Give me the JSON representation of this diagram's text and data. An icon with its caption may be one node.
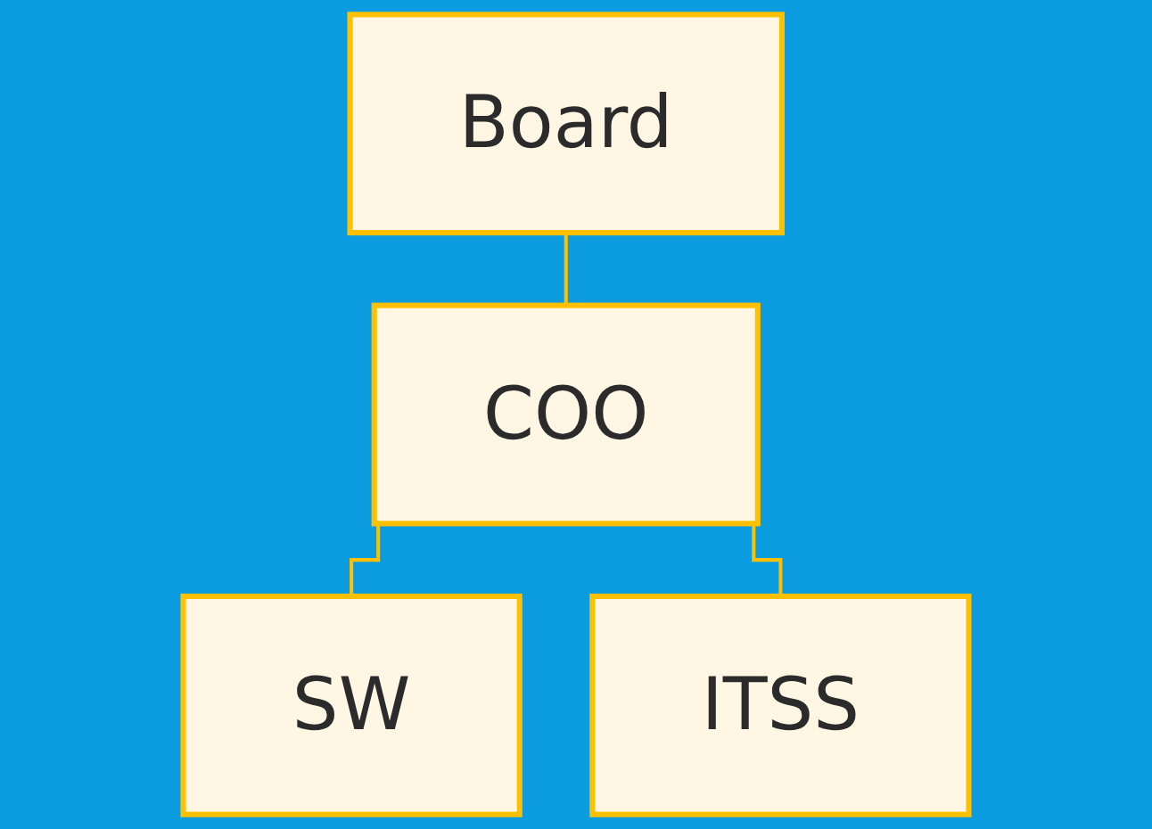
{
  "diagram": {
    "nodes": [
      {
        "text": [
          "Board"
        ]
      },
      {
        "text": [
          "COO"
        ]
      },
      {
        "text": [
          "SW"
        ]
      },
      {
        "text": [
          "ITSS"
        ]
      }
    ],
    "edges": [
      {
        "from": 0,
        "to": 1,
        "arrow": "none"
      },
      {
        "from": 1,
        "to": 2,
        "arrow": "none"
      },
      {
        "from": 1,
        "to": 3,
        "arrow": "none"
      }
    ]
  }
}
